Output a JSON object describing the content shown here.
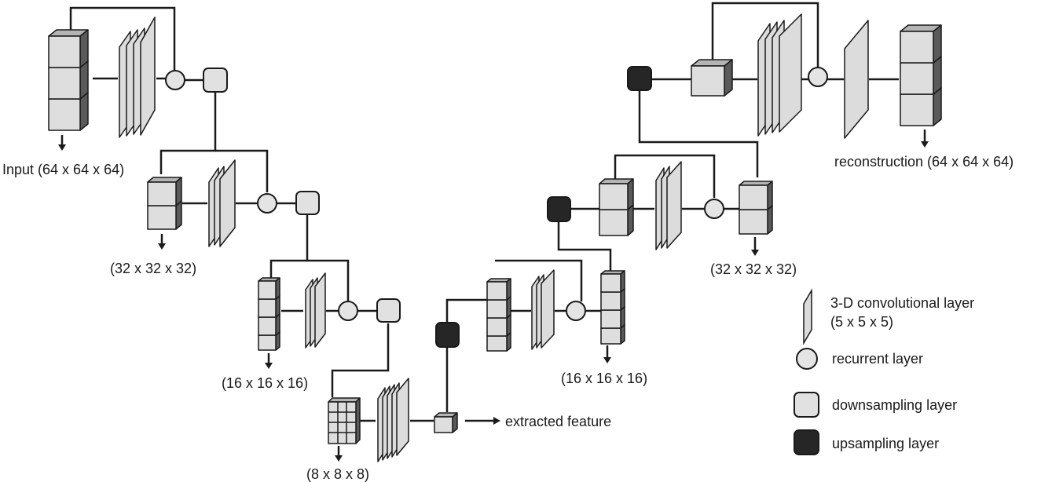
{
  "labels": {
    "input": "Input (64 x 64 x 64)",
    "enc_32": "(32 x 32 x 32)",
    "enc_16": "(16 x 16 x 16)",
    "bottleneck": "(8 x 8 x 8)",
    "extracted": "extracted feature",
    "dec_16": "(16 x 16 x 16)",
    "dec_32": "(32 x 32 x 32)",
    "reconstruction": "reconstruction (64 x 64 x 64)"
  },
  "legend": {
    "conv_line1": "3-D convolutional layer",
    "conv_line2": "(5 x 5 x 5)",
    "recurrent": "recurrent layer",
    "downsampling": "downsampling layer",
    "upsampling": "upsampling layer"
  },
  "colors": {
    "cube_face": "#dedede",
    "cube_top": "#b4b4b4",
    "cube_side": "#5a5a5a",
    "downsample": "#e1e1e1",
    "upsample": "#262626",
    "line": "#1a1a1a"
  }
}
